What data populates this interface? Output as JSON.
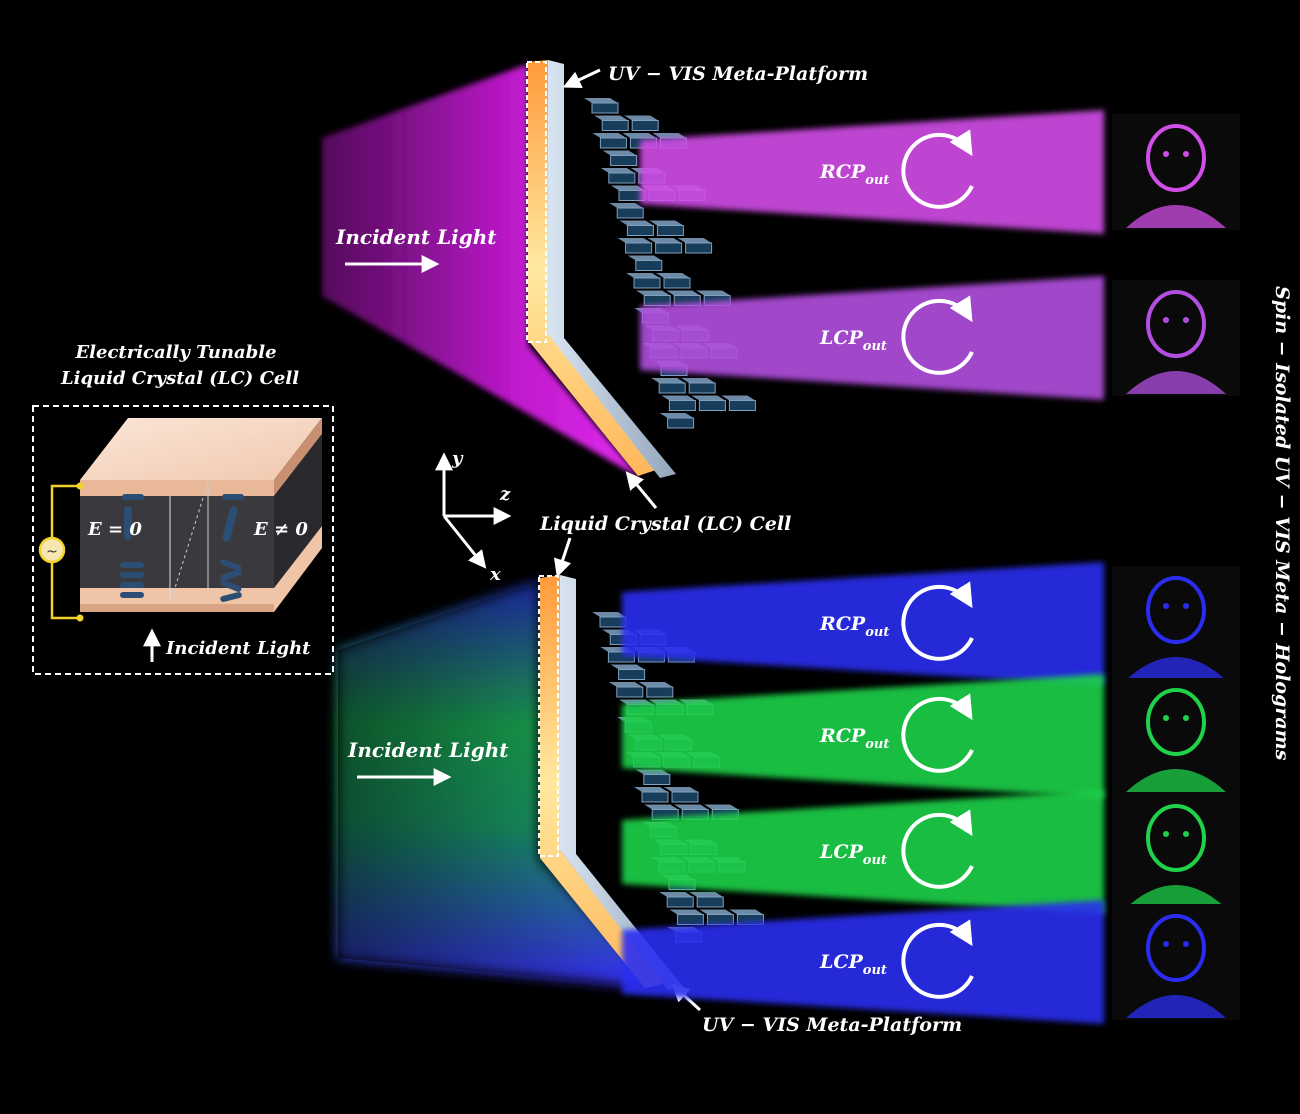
{
  "platform_top": {
    "label": "UV − VIS Meta-Platform"
  },
  "platform_bottom": {
    "label": "UV − VIS Meta-Platform"
  },
  "lc_cell_center": {
    "label": "Liquid Crystal (LC) Cell"
  },
  "incident_top": {
    "label": "Incident Light"
  },
  "incident_bottom": {
    "label": "Incident Light"
  },
  "inset": {
    "title_line1": "Electrically Tunable",
    "title_line2": "Liquid Crystal (LC) Cell",
    "e_zero": "E = 0",
    "e_nonzero": "E ≠ 0",
    "incident": "Incident Light"
  },
  "axes": {
    "y": "y",
    "z": "z",
    "x": "x"
  },
  "side_title": "Spin − Isolated UV − VIS Meta − Holograms",
  "beams_top": [
    {
      "base": "RCP",
      "sub": "out",
      "color": "#d24ee8",
      "hologram": "einstein-hologram"
    },
    {
      "base": "LCP",
      "sub": "out",
      "color": "#b24fe0",
      "hologram": "portrait-hologram"
    }
  ],
  "beams_bottom": [
    {
      "base": "RCP",
      "sub": "out",
      "color": "#2a2df0",
      "hologram": "einstein-hologram"
    },
    {
      "base": "RCP",
      "sub": "out",
      "color": "#1fd24a",
      "hologram": "einstein-hologram"
    },
    {
      "base": "LCP",
      "sub": "out",
      "color": "#1fd24a",
      "hologram": "portrait-hologram"
    },
    {
      "base": "LCP",
      "sub": "out",
      "color": "#2a2df0",
      "hologram": "portrait-hologram"
    }
  ],
  "colors": {
    "uv": "#d21ee0",
    "blue": "#2a2df0",
    "green": "#1fd24a",
    "platform": "#b8c7d8",
    "pillar": "#1f4a68",
    "lc_layer": "#ffe08a"
  }
}
